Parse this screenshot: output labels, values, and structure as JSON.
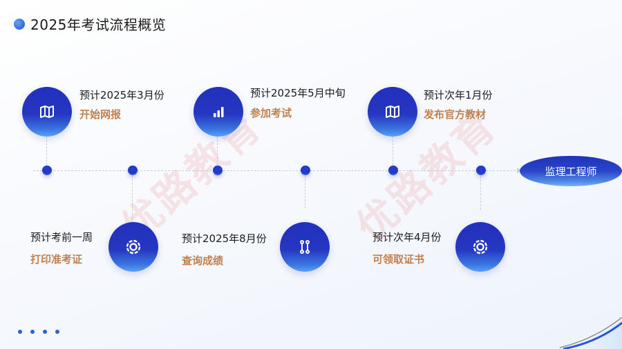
{
  "title": "2025年考试流程概览",
  "watermark": "优路教育",
  "destination": "监理工程师",
  "colors": {
    "accent_blue": "#2231bd",
    "highlight_orange": "#c0804f",
    "title_dot": "#2f6bd6",
    "axis_dash": "#c9ccd4",
    "watermark": "#e65a5a"
  },
  "steps": [
    {
      "time": "预计2025年3月份",
      "action": "开始网报",
      "icon": "map-icon",
      "position": "top"
    },
    {
      "time": "预计考前一周",
      "action": "打印准考证",
      "icon": "lifebuoy-icon",
      "position": "bottom"
    },
    {
      "time": "预计2025年5月中旬",
      "action": "参加考试",
      "icon": "bar-chart-icon",
      "position": "top"
    },
    {
      "time": "预计2025年8月份",
      "action": "查询成绩",
      "icon": "link-nodes-icon",
      "position": "bottom"
    },
    {
      "time": "预计次年1月份",
      "action": "发布官方教材",
      "icon": "map-icon",
      "position": "top"
    },
    {
      "time": "预计次年4月份",
      "action": "可领取证书",
      "icon": "lifebuoy-icon",
      "position": "bottom"
    }
  ],
  "pager_dots": 4
}
